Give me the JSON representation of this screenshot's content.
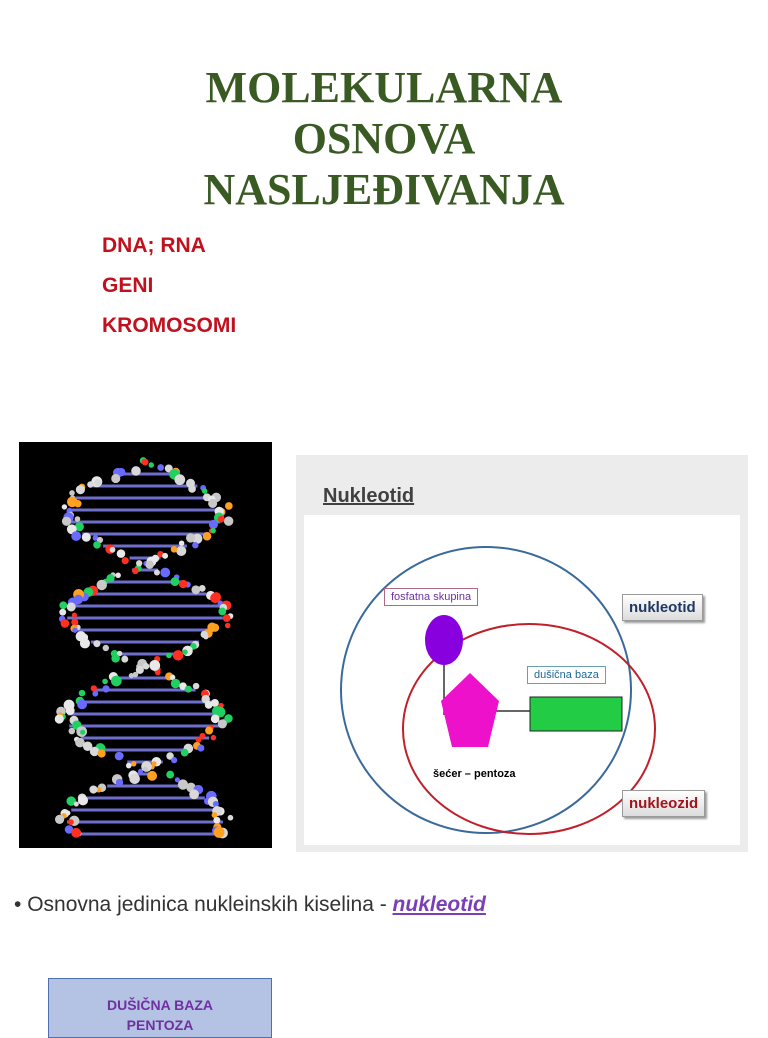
{
  "title": {
    "line1": "MOLEKULARNA",
    "line2": "OSNOVA",
    "line3": "NASLJEĐIVANJA"
  },
  "topics": [
    "DNA; RNA",
    "GENI",
    "KROMOSOMI"
  ],
  "diagram": {
    "heading": "Nukleotid",
    "labels": {
      "phosphate": "fosfatna skupina",
      "base": "dušična baza",
      "sugar": "šećer – pentoza",
      "nucleotide": "nukleotid",
      "nucleoside": "nukleozid"
    },
    "colors": {
      "phosphate": "#8800dd",
      "sugar": "#ee11cc",
      "base": "#22cc44",
      "outer_circle": "#3a6a9a",
      "inner_circle": "#c0202a"
    }
  },
  "bullet": {
    "text": "Osnovna jedinica nukleinskih kiselina - ",
    "link": "nukleotid"
  },
  "box": {
    "line1": "DUŠIČNA  BAZA",
    "line2": "PENTOZA"
  },
  "colors": {
    "title": "#3a5a24",
    "topics": "#c0121e"
  }
}
